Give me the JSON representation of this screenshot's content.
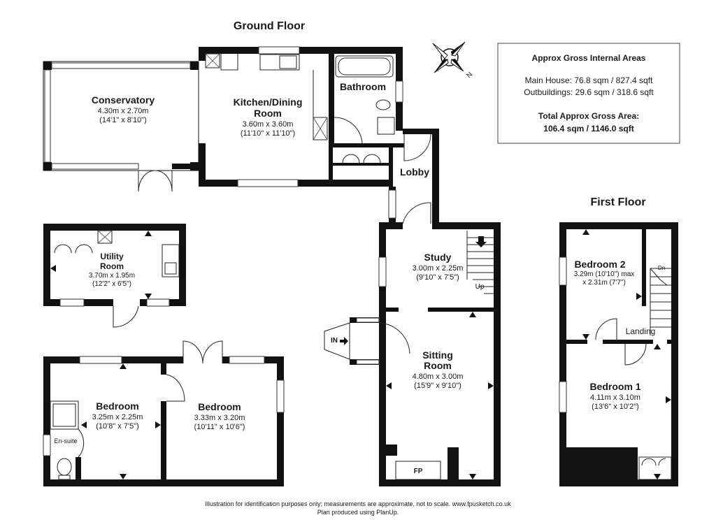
{
  "headings": {
    "ground_floor": "Ground Floor",
    "first_floor": "First Floor"
  },
  "areas": {
    "title": "Approx Gross Internal Areas",
    "main_house": "Main House: 76.8 sqm / 827.4 sqft",
    "outbuildings": "Outbuildings: 29.6 sqm / 318.6 sqft",
    "total_label": "Total Approx Gross Area:",
    "total_value": "106.4 sqm / 1146.0 sqft"
  },
  "compass": {
    "label": "N",
    "icon": "compass-rose-icon"
  },
  "rooms": {
    "conservatory": {
      "name": "Conservatory",
      "metric": "4.30m x 2.70m",
      "imperial": "(14'1\" x 8'10\")"
    },
    "kitchen": {
      "name_line1": "Kitchen/Dining",
      "name_line2": "Room",
      "metric": "3.60m x 3.60m",
      "imperial": "(11'10\" x 11'10\")"
    },
    "bathroom": {
      "name": "Bathroom"
    },
    "lobby": {
      "name": "Lobby"
    },
    "utility": {
      "name_line1": "Utility",
      "name_line2": "Room",
      "metric": "3.70m x 1.95m",
      "imperial": "(12'2\" x 6'5\")"
    },
    "study": {
      "name": "Study",
      "metric": "3.00m x 2.25m",
      "imperial": "(9'10\" x 7'5\")",
      "stairs_label": "Up"
    },
    "sitting": {
      "name_line1": "Sitting",
      "name_line2": "Room",
      "metric": "4.80m x 3.00m",
      "imperial": "(15'9\" x 9'10\")",
      "fireplace": "FP",
      "entrance": "IN"
    },
    "bedroom_small": {
      "name": "Bedroom",
      "metric": "3.25m x 2.25m",
      "imperial": "(10'8\" x 7'5\")"
    },
    "ensuite": {
      "name": "En-suite"
    },
    "bedroom_large": {
      "name": "Bedroom",
      "metric": "3.33m x 3.20m",
      "imperial": "(10'11\" x 10'6\")"
    },
    "bedroom2": {
      "name": "Bedroom 2",
      "metric_line1": "3.29m (10'10\") max",
      "metric_line2": "x 2.31m (7'7\")",
      "stairs_label": "Dn"
    },
    "landing": {
      "name": "Landing"
    },
    "bedroom1": {
      "name": "Bedroom 1",
      "metric": "4.11m x 3.10m",
      "imperial": "(13'6\" x 10'2\")"
    }
  },
  "footer": {
    "line1": "Illustration for identification purposes only; measurements are approximate, not to scale. www.fpusketch.co.uk",
    "line2": "Plan produced using PlanUp."
  }
}
